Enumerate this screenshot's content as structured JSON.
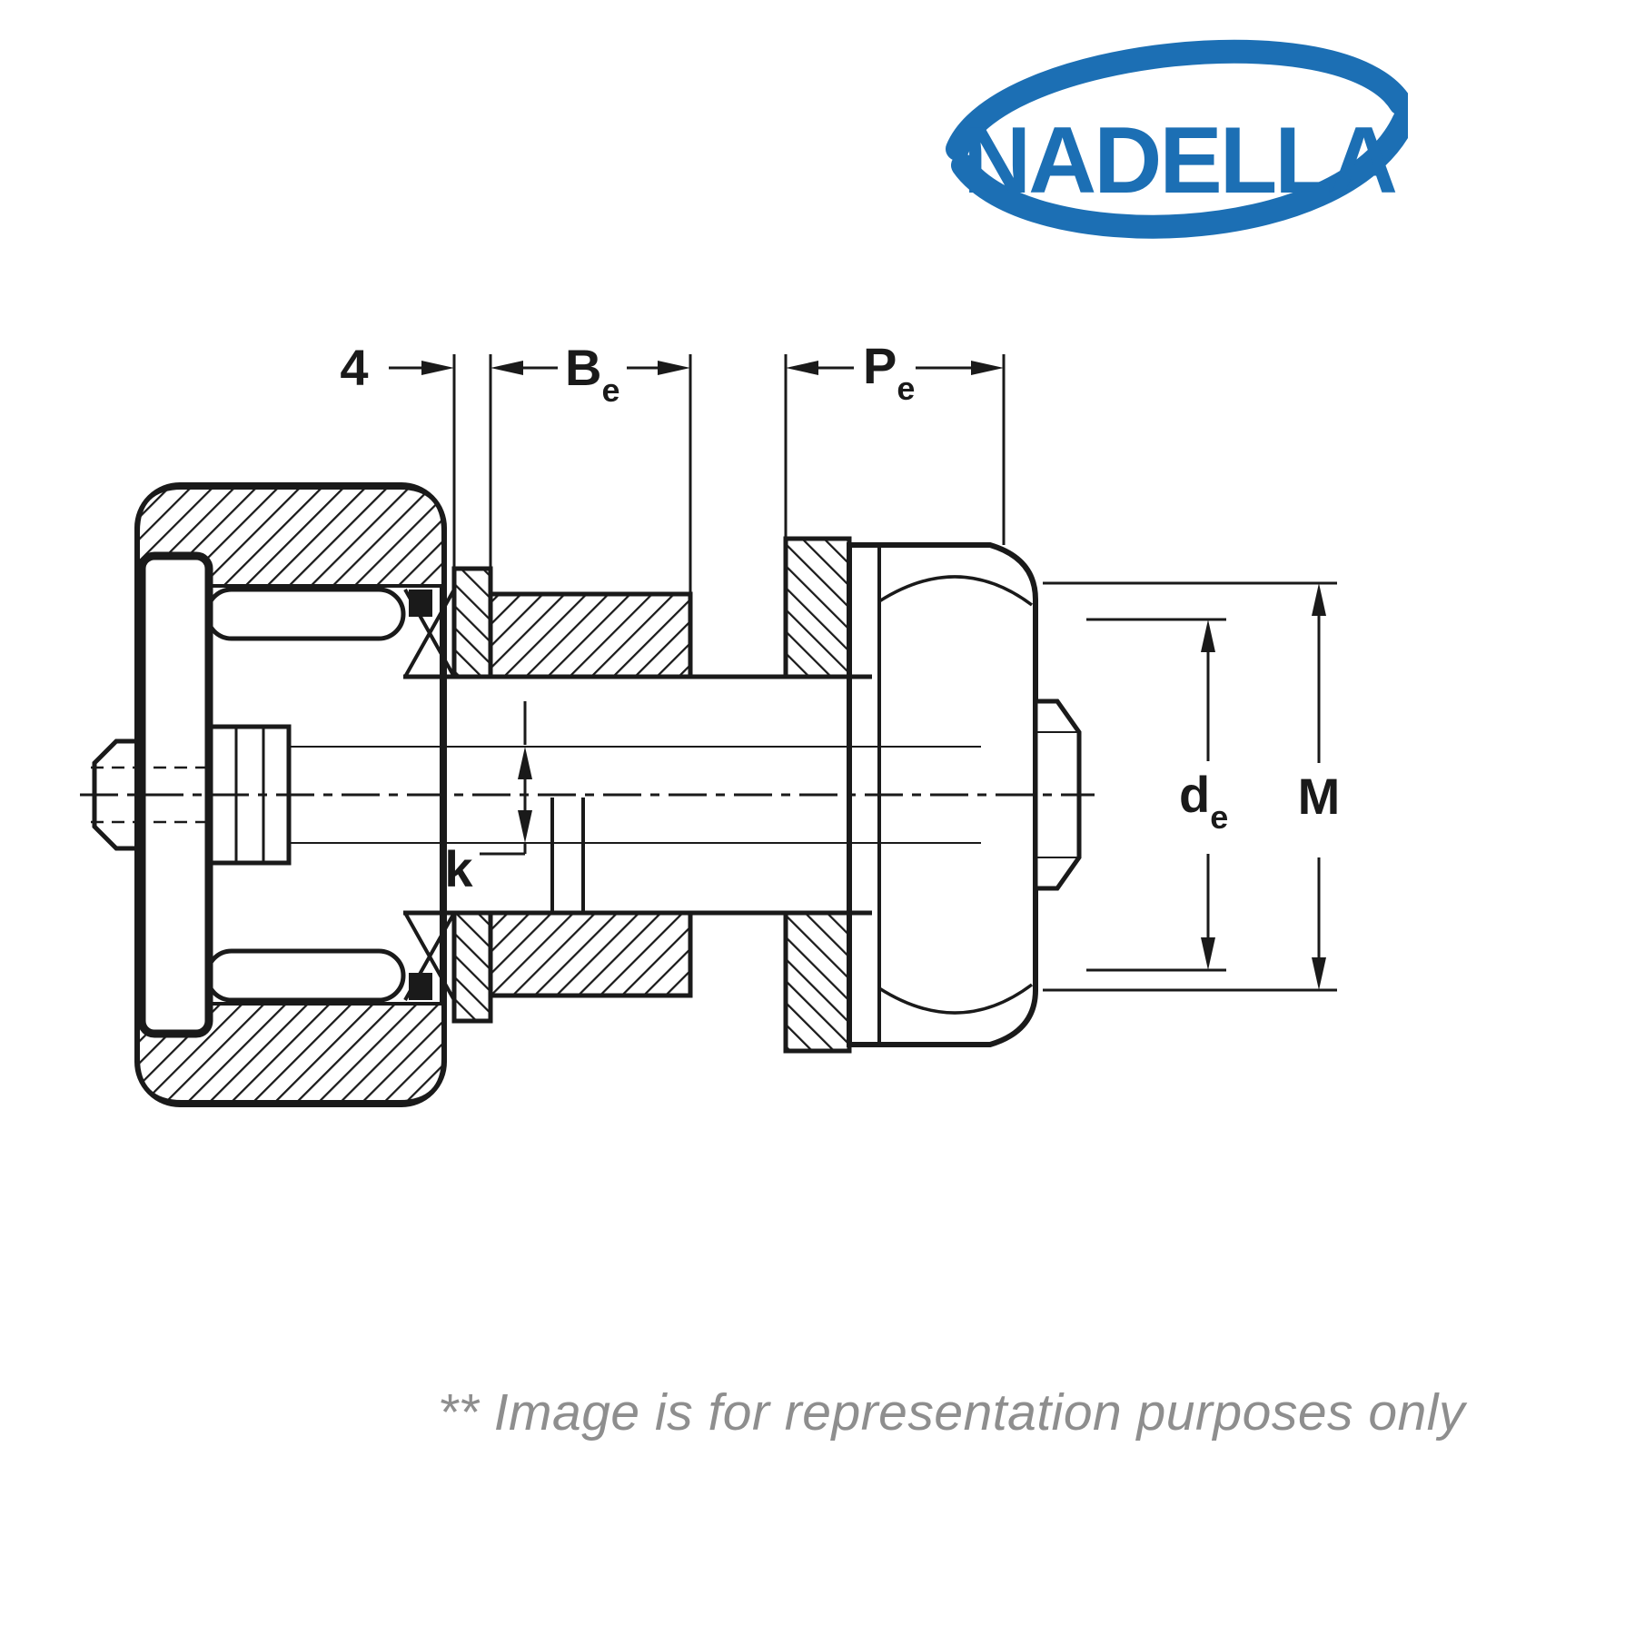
{
  "page": {
    "background": "#ffffff"
  },
  "logo": {
    "text": "NADELLA",
    "color": "#1c6fb4"
  },
  "drawing": {
    "ink": "#1a1a1a",
    "dims": {
      "four": "4",
      "Be_main": "B",
      "Be_sub": "e",
      "Pe_main": "P",
      "Pe_sub": "e",
      "de_main": "d",
      "de_sub": "e",
      "M": "M",
      "k": "k"
    }
  },
  "disclaimer": {
    "text": "** Image is for representation purposes only",
    "color": "#8e8e8e"
  }
}
